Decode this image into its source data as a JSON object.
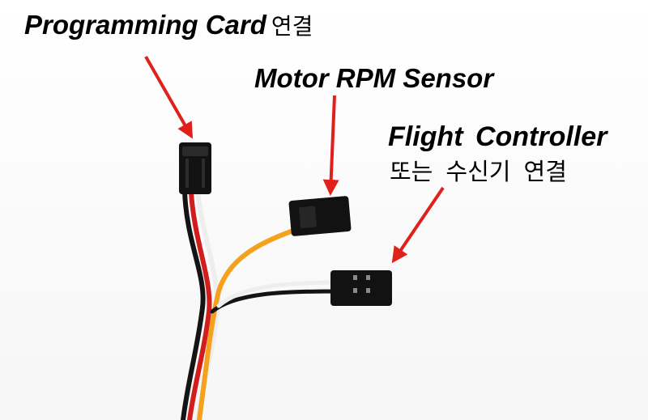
{
  "labels": {
    "programming_card": {
      "en": "Programming Card",
      "ko": "연결"
    },
    "motor_rpm_sensor": "Motor RPM Sensor",
    "flight_controller": {
      "en": "Flight Controller",
      "ko": "또는 수신기 연결"
    }
  },
  "colors": {
    "arrow": "#e0201a",
    "wire_red": "#d21d1d",
    "wire_white": "#f2f2f2",
    "wire_black": "#141414",
    "wire_orange": "#f4a11d",
    "connector": "#121212"
  }
}
